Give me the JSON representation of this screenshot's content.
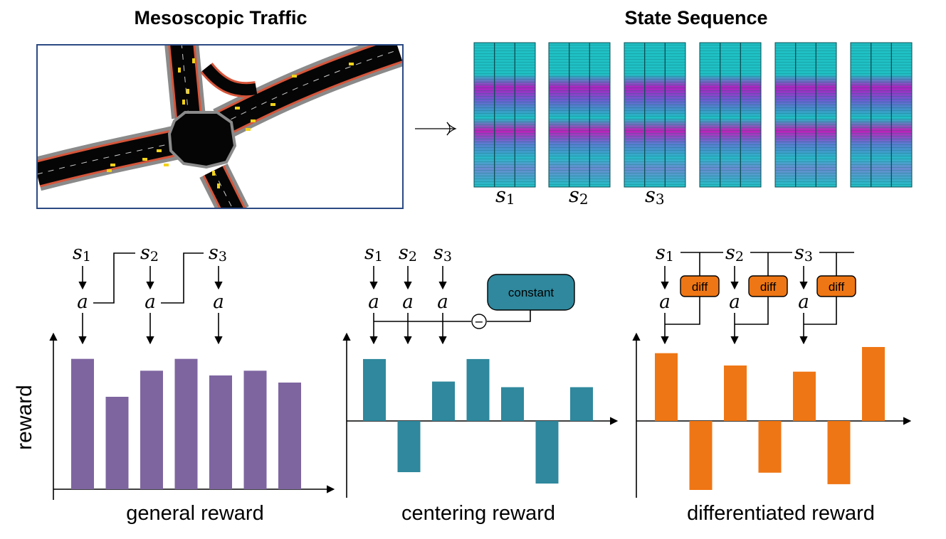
{
  "titles": {
    "mesoscopic": "Mesoscopic Traffic",
    "state_sequence": "State Sequence"
  },
  "state_labels": [
    {
      "base": "s",
      "sub": "1"
    },
    {
      "base": "s",
      "sub": "2"
    },
    {
      "base": "s",
      "sub": "3"
    }
  ],
  "action_label": "a",
  "ylabel": "reward",
  "constant_label": "constant",
  "minus_symbol": "−",
  "diff_label": "diff",
  "colors": {
    "general": "#7e65a0",
    "centering": "#2f889d",
    "differentiated": "#ef7614",
    "road_red": "#d6553a",
    "road_gray": "#8a8a8a",
    "car": "#f2d21b",
    "map_border": "#2b4a83",
    "heat_teal": "#1fc0c4",
    "heat_magenta": "#b21fc0"
  },
  "chart_data": [
    {
      "type": "bar",
      "title": "general reward",
      "ylabel": "reward",
      "values": [
        5.5,
        3.9,
        5.0,
        5.5,
        4.8,
        5.0,
        4.5
      ],
      "ylim": [
        0,
        6
      ]
    },
    {
      "type": "bar",
      "title": "centering reward",
      "values": [
        5.5,
        -4.5,
        3.5,
        5.5,
        3.0,
        -5.5,
        3.0
      ],
      "ylim": [
        -6,
        6
      ]
    },
    {
      "type": "bar",
      "title": "differentiated reward",
      "values": [
        5.5,
        -6.0,
        4.5,
        -4.5,
        4.0,
        -5.5,
        6.0
      ],
      "ylim": [
        -6,
        6
      ]
    }
  ]
}
